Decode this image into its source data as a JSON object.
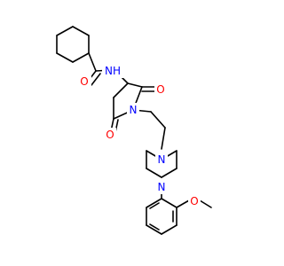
{
  "molecule": {
    "atoms": {
      "o_amide": {
        "label": "O",
        "color": "#ff0000"
      },
      "nh_amide": {
        "label": "NH",
        "color": "#0000ff"
      },
      "o_ring_top": {
        "label": "O",
        "color": "#ff0000"
      },
      "n_ring": {
        "label": "N",
        "color": "#0000ff"
      },
      "o_ring_bottom": {
        "label": "O",
        "color": "#ff0000"
      },
      "n_pip_top": {
        "label": "N",
        "color": "#0000ff"
      },
      "n_pip_bottom": {
        "label": "N",
        "color": "#0000ff"
      },
      "o_methoxy": {
        "label": "O",
        "color": "#ff0000"
      }
    },
    "colors": {
      "bond": "#000000",
      "nitrogen": "#0000ff",
      "oxygen": "#ff0000",
      "background": "#ffffff"
    }
  }
}
